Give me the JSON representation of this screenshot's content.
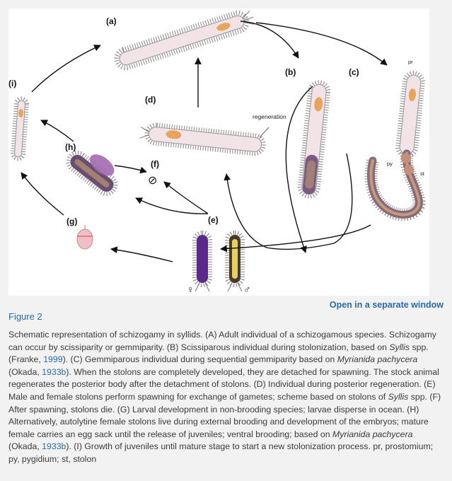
{
  "figure": {
    "panel_labels": {
      "a": "(a)",
      "b": "(b)",
      "c": "(c)",
      "d": "(d)",
      "e": "(e)",
      "f": "(f)",
      "g": "(g)",
      "h": "(h)",
      "i": "(i)"
    },
    "annotations": {
      "regeneration": "regeneration",
      "pr": "pr",
      "py": "py",
      "st": "st",
      "female_symbol": "♀",
      "male_symbol": "♂",
      "no_symbol": "⊘"
    }
  },
  "open_link": "Open in a separate window",
  "figure_label": "Figure 2",
  "caption": {
    "s1": "Schematic representation of schizogamy in syllids. (A) Adult individual of a schizogamous species. Schizogamy can occur by scissiparity or gemmiparity. (B) Scissiparous individual during stolonization, based on ",
    "syllis1": "Syllis",
    "s2": " spp. (Franke, ",
    "ref_franke": "1999",
    "s3": "). (C) Gemmiparous individual during sequential gemmiparity based on ",
    "myrianida1": "Myrianida pachycera",
    "s4": " (Okada, ",
    "ref_okada1": "1933b",
    "s5": "). When the stolons are completely developed, they are detached for spawning. The stock animal regenerates the posterior body after the detachment of stolons. (D) Individual during posterior regeneration. (E) Male and female stolons perform spawning for exchange of gametes; scheme based on stolons of ",
    "syllis2": "Syllis",
    "s6": " spp. (F) After spawning, stolons die. (G) Larval development in non-brooding species; larvae disperse in ocean. (H) Alternatively, autolytine female stolons live during external brooding and development of the embryos; mature female carries an egg sack until the release of juveniles; ventral brooding; based on ",
    "myrianida2": "Myrianida pachycera",
    "s7": " (Okada, ",
    "ref_okada2": "1933b",
    "s8": "). (I) Growth of juveniles until mature stage to start a new stolonization process. pr, prostomium; py, pygidium; st, stolon"
  }
}
